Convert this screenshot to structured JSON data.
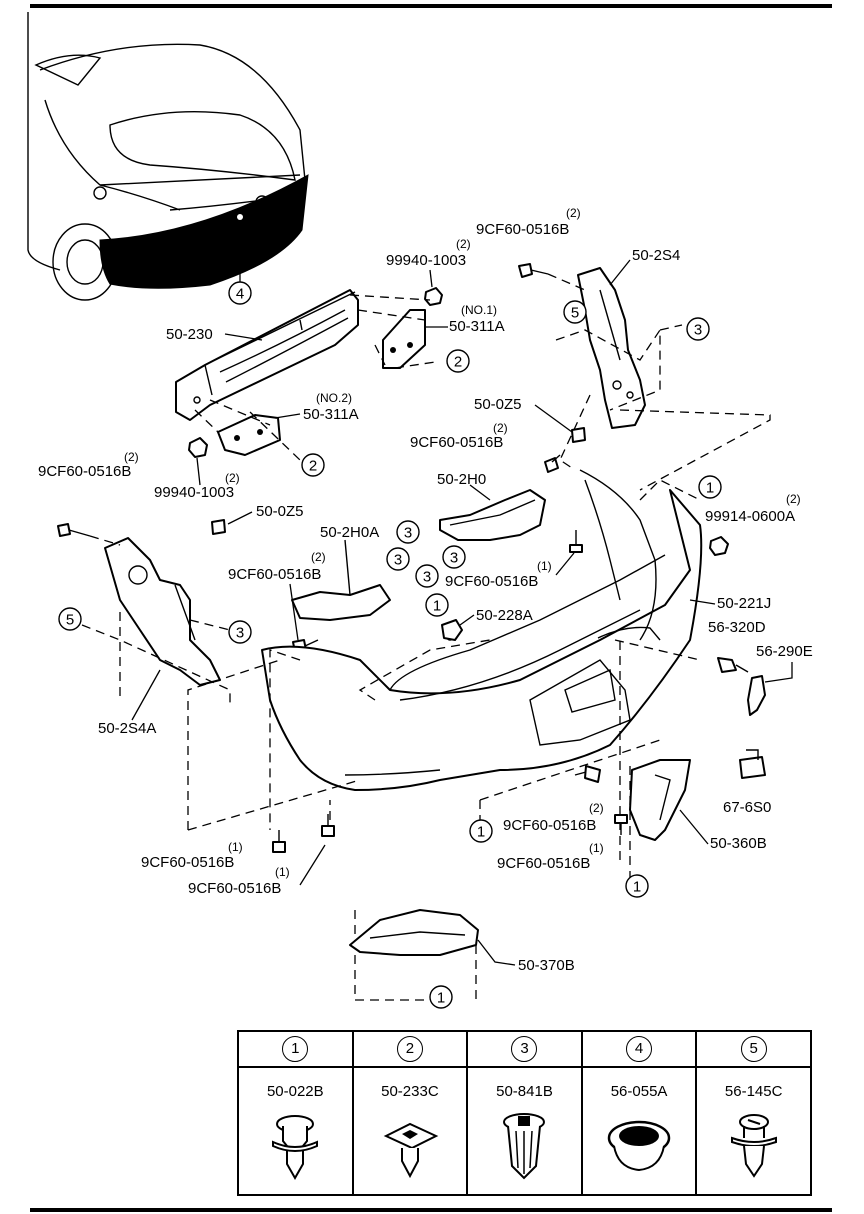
{
  "parts": {
    "reinforcement": "50-230",
    "bracket_no1": "50-311A",
    "bracket_no1_note": "(NO.1)",
    "bracket_no2": "50-311A",
    "bracket_no2_note": "(NO.2)",
    "nut_top": "99940-1003",
    "nut_top_qty": "(2)",
    "nut_left": "99940-1003",
    "nut_left_qty": "(2)",
    "bolt_top_right": "9CF60-0516B",
    "bolt_top_right_qty": "(2)",
    "bolt_left": "9CF60-0516B",
    "bolt_left_qty": "(2)",
    "bracket_right": "50-2S4",
    "bracket_left": "50-2S4A",
    "clip_center": "50-0Z5",
    "clip_left": "50-0Z5",
    "bolt_center": "9CF60-0516B",
    "bolt_center_qty": "(2)",
    "support_center": "50-2H0",
    "support_left": "50-2H0A",
    "bolt_support_left": "9CF60-0516B",
    "bolt_support_left_qty": "(2)",
    "bolt_mid": "9CF60-0516B",
    "bolt_mid_qty": "(1)",
    "nut_right": "99914-0600A",
    "nut_right_qty": "(2)",
    "bumper": "50-221J",
    "pad": "50-228A",
    "screw_plate": "56-320D",
    "plate_clip": "56-290E",
    "plate_clip_holder": "67-6S0",
    "bolt_lower_center": "9CF60-0516B",
    "bolt_lower_center_qty": "(2)",
    "bolt_lower_left1": "9CF60-0516B",
    "bolt_lower_left1_qty": "(1)",
    "bolt_lower_left2": "9CF60-0516B",
    "bolt_lower_left2_qty": "(1)",
    "bolt_lower_right": "9CF60-0516B",
    "bolt_lower_right_qty": "(1)",
    "splash_shield": "50-360B",
    "lower_garnish": "50-370B"
  },
  "callouts": [
    "1",
    "2",
    "3",
    "4",
    "5"
  ],
  "legend": [
    {
      "ref": "1",
      "part": "50-022B",
      "icon": "push-clip-icon"
    },
    {
      "ref": "2",
      "part": "50-233C",
      "icon": "nut-clip-icon"
    },
    {
      "ref": "3",
      "part": "50-841B",
      "icon": "grommet-clip-icon"
    },
    {
      "ref": "4",
      "part": "56-055A",
      "icon": "plug-cap-icon"
    },
    {
      "ref": "5",
      "part": "56-145C",
      "icon": "screw-clip-icon"
    }
  ]
}
